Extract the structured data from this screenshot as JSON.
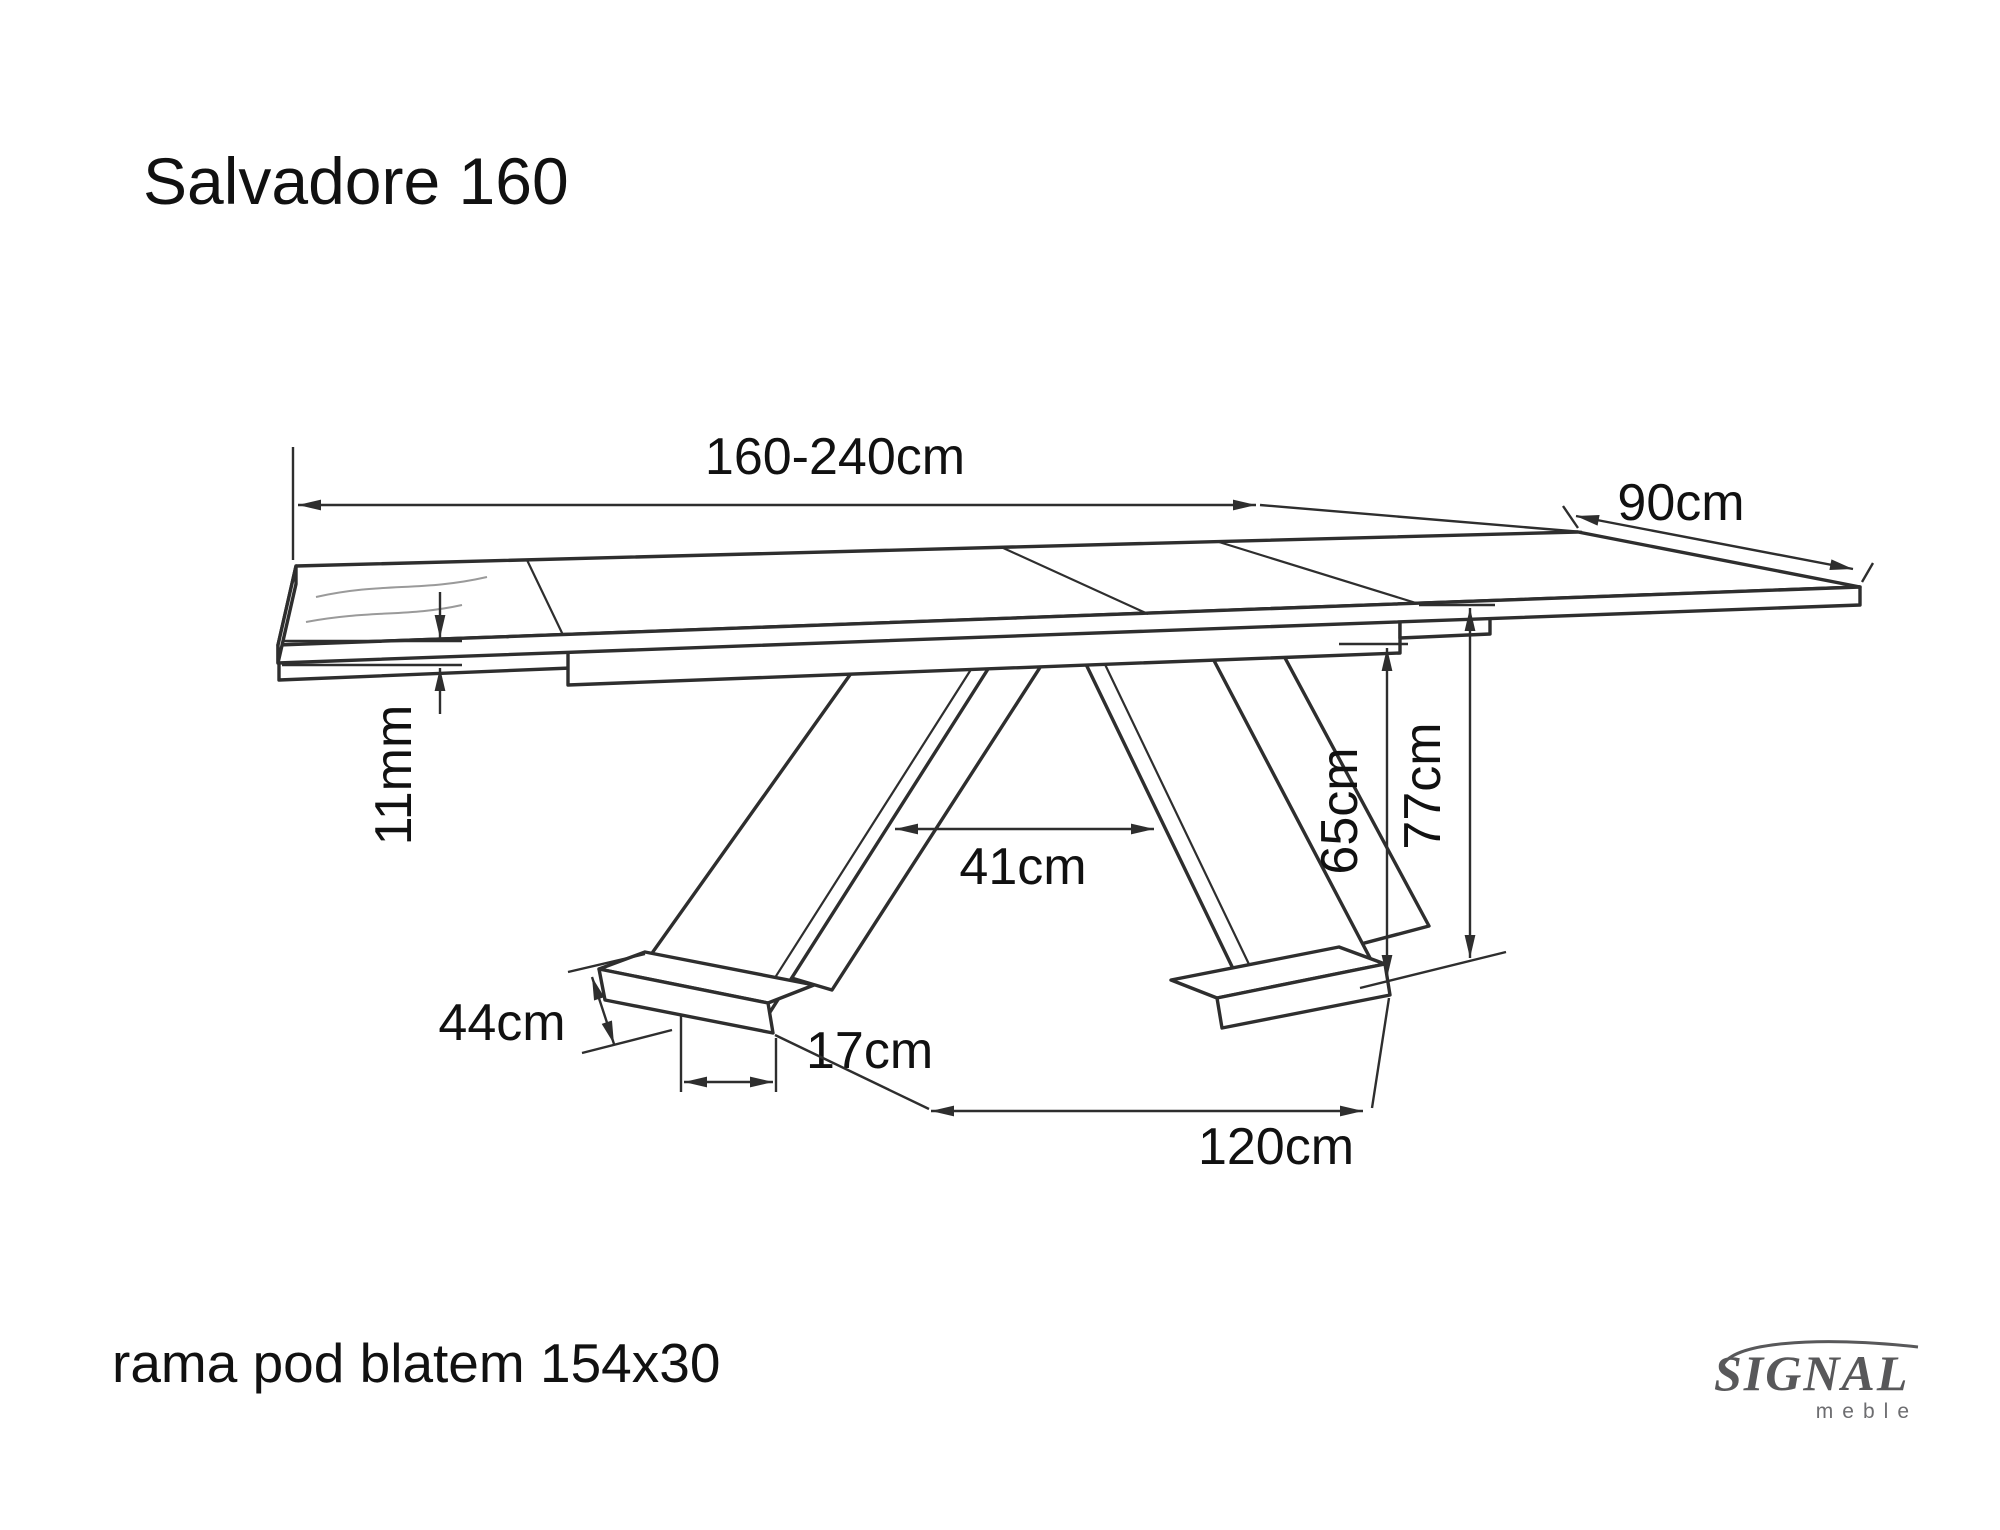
{
  "title": "Salvadore 160",
  "note": "rama pod blatem 154x30",
  "logo": {
    "brand": "SIGNAL",
    "sub": "meble"
  },
  "dimensions": {
    "length": "160-240cm",
    "width": "90cm",
    "top_thickness": "11mm",
    "legs_gap": "41cm",
    "underframe_height": "65cm",
    "total_height": "77cm",
    "foot_length": "44cm",
    "foot_width": "17cm",
    "base_span": "120cm"
  },
  "colors": {
    "background": "#ffffff",
    "line": "#2e2e2e",
    "text": "#111111",
    "logo_gray": "#58585a"
  }
}
